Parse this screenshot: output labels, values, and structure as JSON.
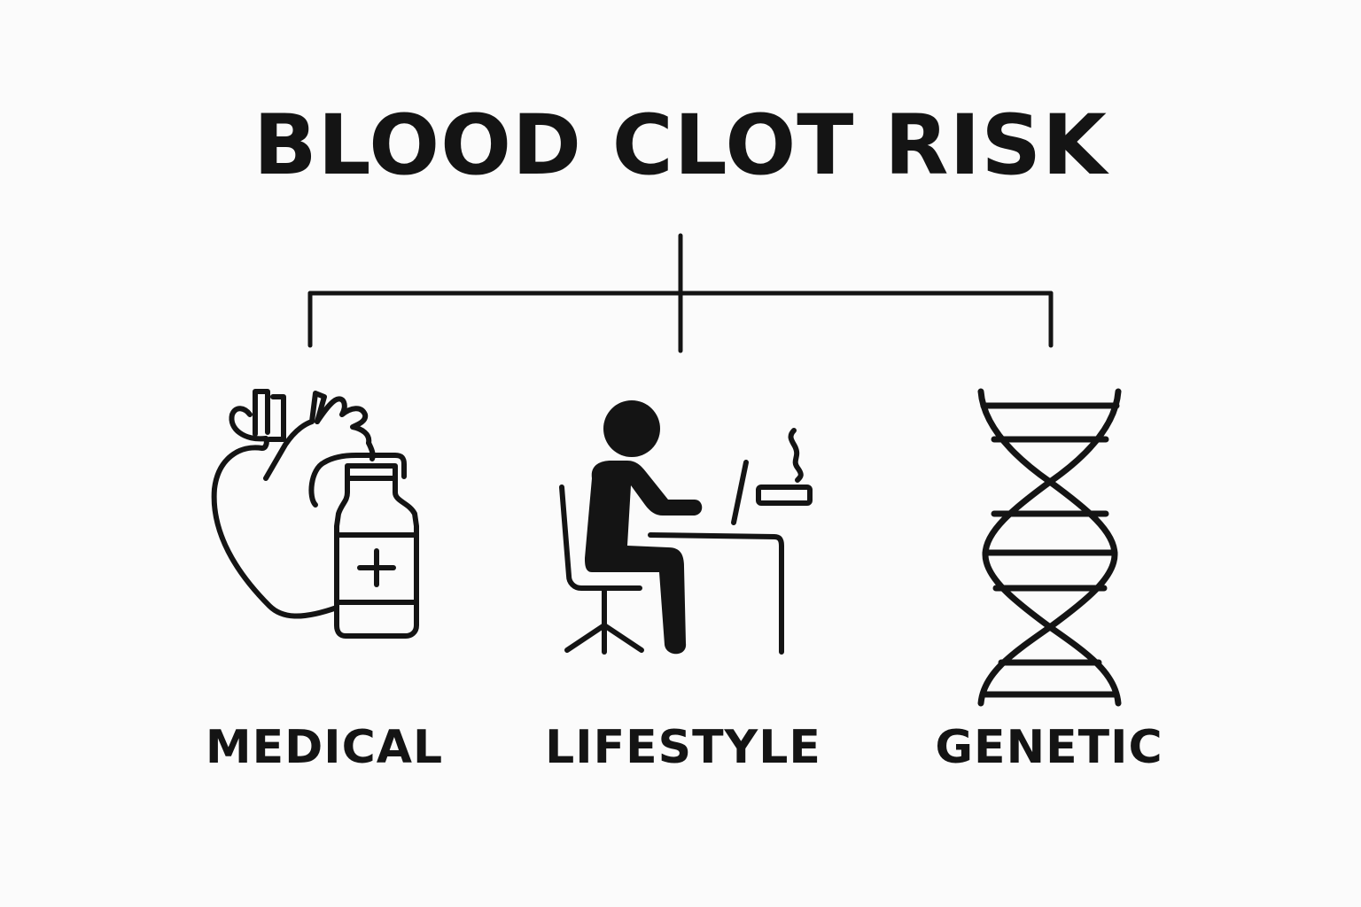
{
  "diagram": {
    "title": "BLOOD CLOT RISK",
    "branches": [
      {
        "id": "medical",
        "label": "MEDICAL",
        "icon": "heart-with-medicine-bottle-icon"
      },
      {
        "id": "lifestyle",
        "label": "LIFESTYLE",
        "icon": "person-sitting-at-desk-icon"
      },
      {
        "id": "genetic",
        "label": "GENETIC",
        "icon": "dna-helix-icon"
      }
    ],
    "colors": {
      "background": "#fbfbfb",
      "ink": "#141414"
    }
  }
}
